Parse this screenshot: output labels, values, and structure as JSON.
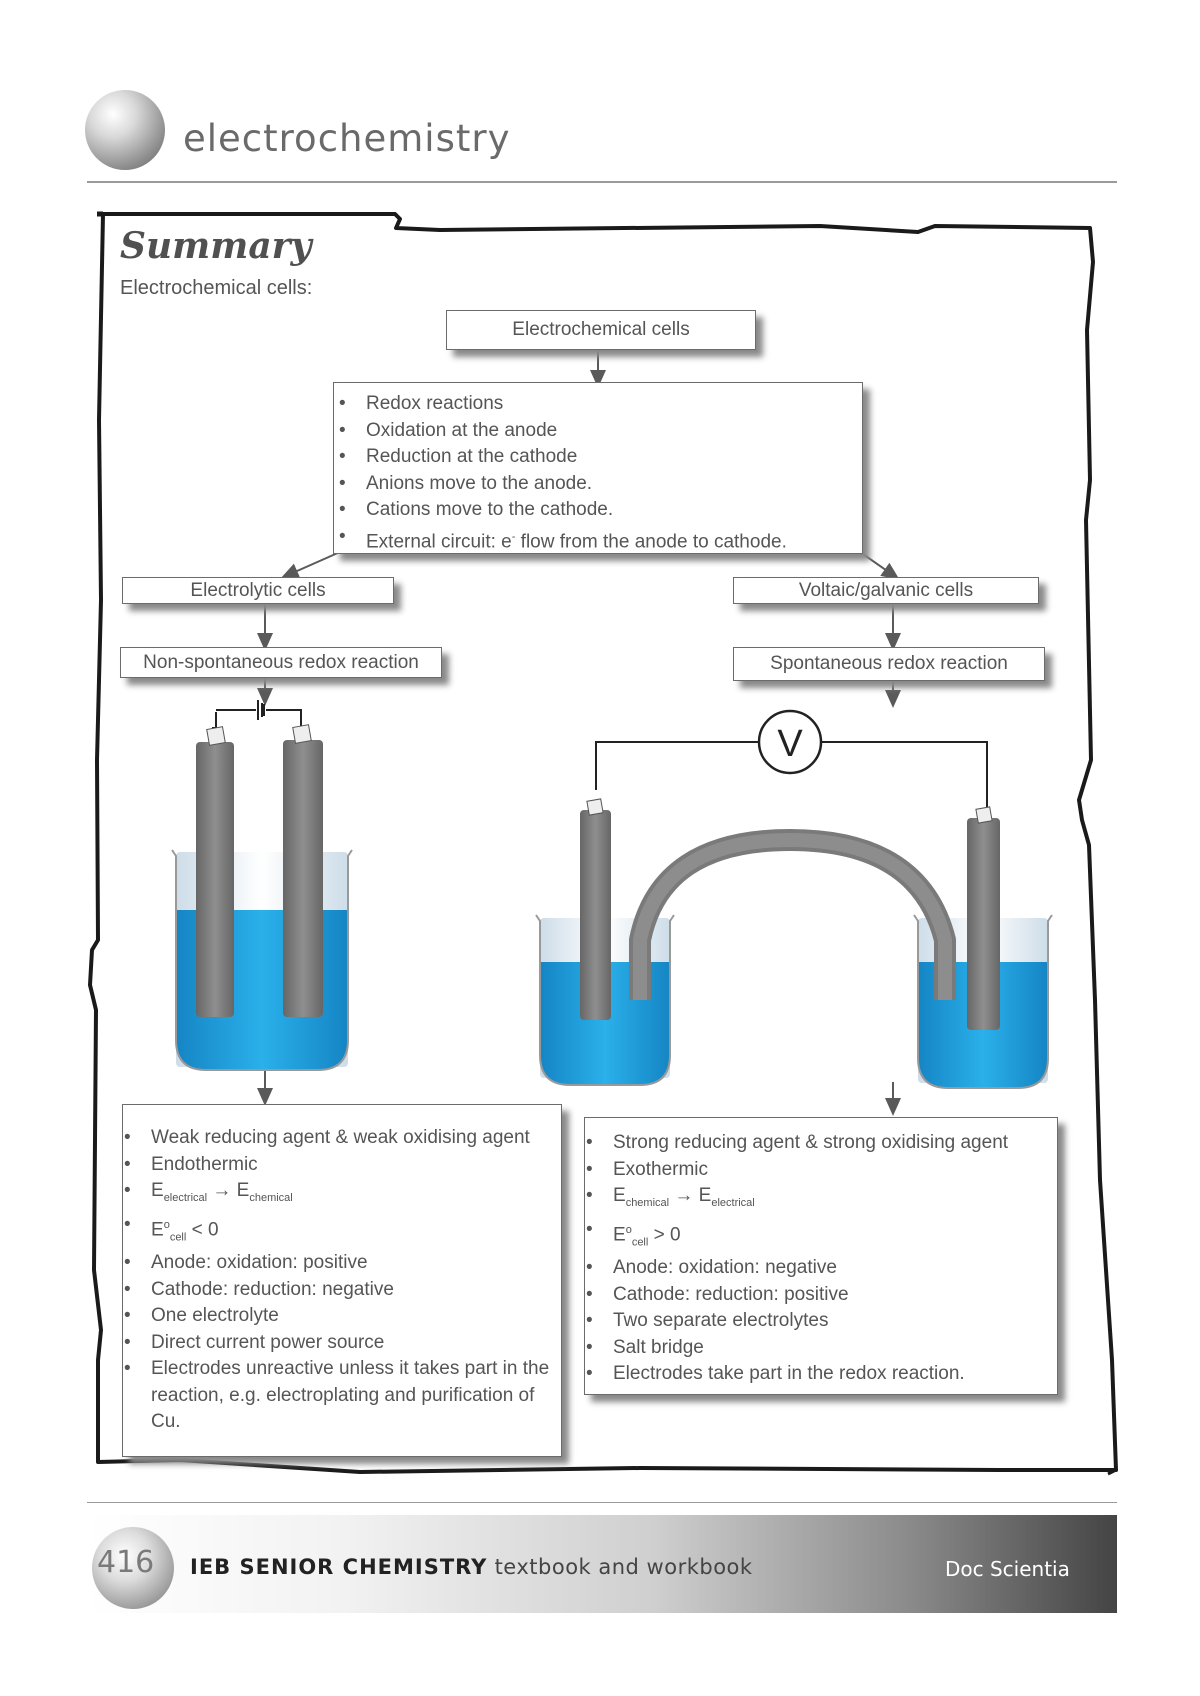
{
  "header": {
    "title": "electrochemistry"
  },
  "summary": {
    "title": "Summary",
    "subtitle": "Electrochemical cells:"
  },
  "flow": {
    "root": "Electrochemical cells",
    "common": [
      "Redox reactions",
      "Oxidation at the anode",
      "Reduction at the cathode",
      "Anions move to the anode.",
      "Cations move to the cathode."
    ],
    "common_last_prefix": "External circuit: e",
    "common_last_sup": "-",
    "common_last_suffix": " flow from the anode to cathode.",
    "left": {
      "title": "Electrolytic cells",
      "subtitle": "Non-spontaneous redox reaction",
      "items": [
        "Weak reducing agent & weak oxidising agent",
        "Endothermic"
      ],
      "e_main": "E",
      "e_sub1": "electrical",
      "e_arrow": " → E",
      "e_sub2": "chemical",
      "ecell_main": "E",
      "ecell_sup": "o",
      "ecell_sub": "cell",
      "ecell_rel": " < 0",
      "items2": [
        "Anode: oxidation: positive",
        "Cathode: reduction: negative",
        "One electrolyte",
        "Direct current power source",
        "Electrodes unreactive unless it takes part in the reaction, e.g. electroplating and purification of Cu."
      ]
    },
    "right": {
      "title": "Voltaic/galvanic cells",
      "subtitle": "Spontaneous redox reaction",
      "voltmeter": "V",
      "items": [
        "Strong reducing agent & strong oxidising agent",
        "Exothermic"
      ],
      "e_main": "E",
      "e_sub1": "chemical",
      "e_arrow": " → E",
      "e_sub2": "electrical",
      "ecell_main": "E",
      "ecell_sup": "o",
      "ecell_sub": "cell",
      "ecell_rel": " > 0",
      "items2": [
        "Anode: oxidation: negative",
        "Cathode: reduction: positive",
        "Two separate electrolytes",
        "Salt bridge",
        "Electrodes take part in the redox reaction."
      ]
    }
  },
  "footer": {
    "page_number": "416",
    "book_bold": "IEB SENIOR CHEMISTRY",
    "book_rest": " textbook and workbook",
    "brand": "Doc Scientia"
  },
  "colors": {
    "solution": "#1aa0dc",
    "electrode": "#7b7b7b",
    "border": "#1a1a1a"
  }
}
